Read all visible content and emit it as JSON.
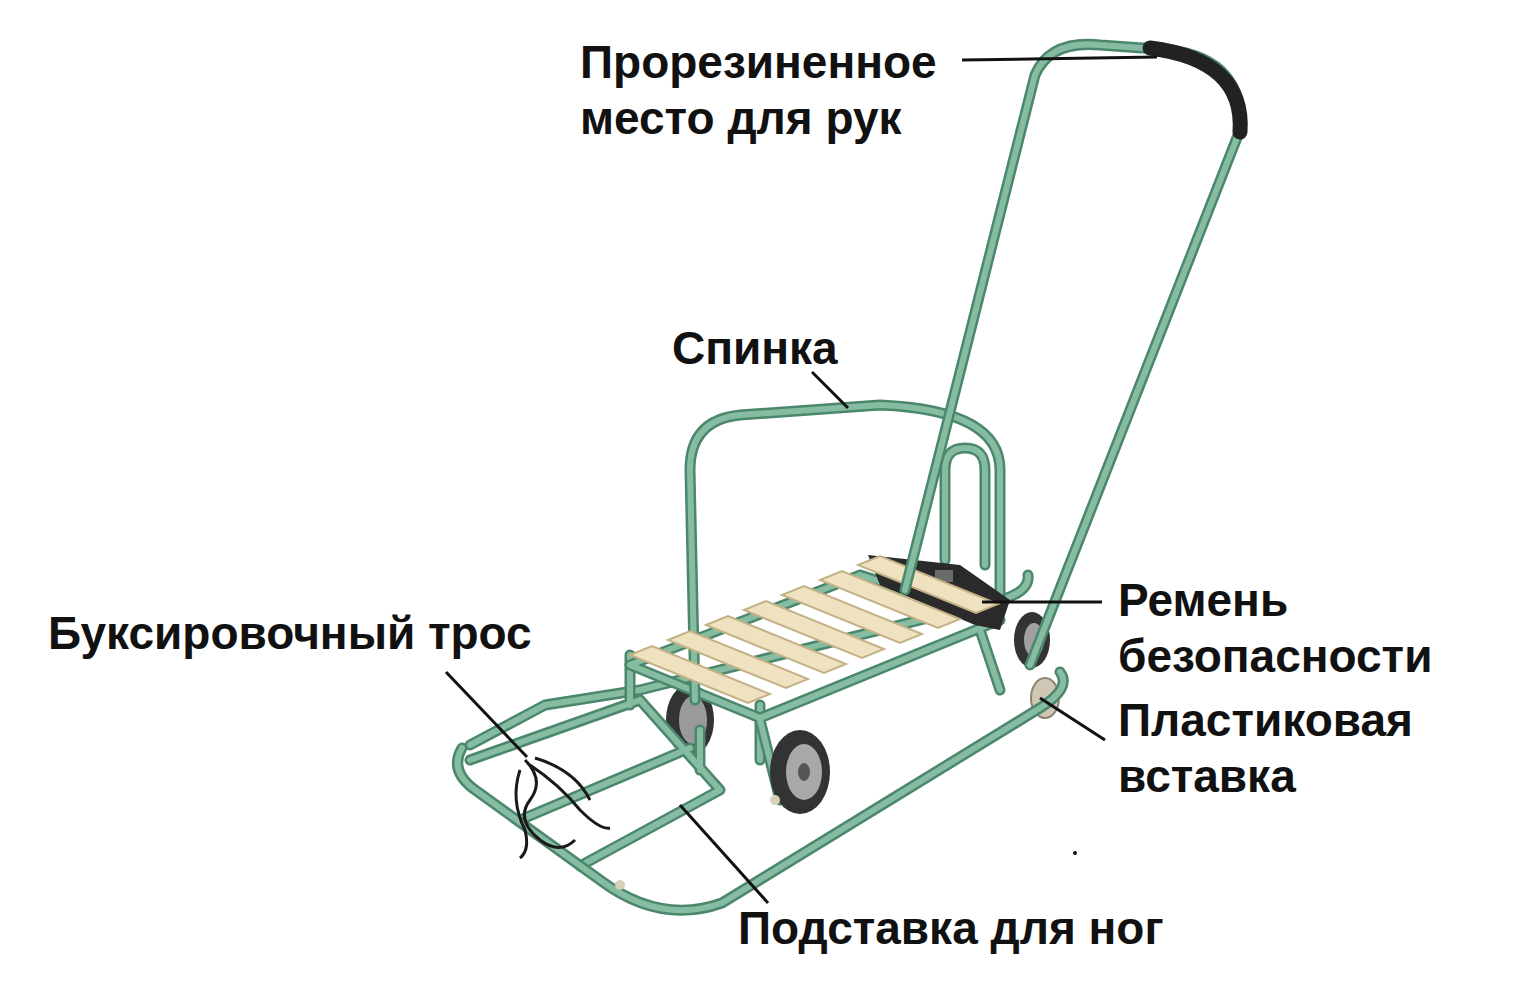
{
  "diagram": {
    "labels": [
      "Прорезиненное место для рук",
      "Спинка",
      "Ремень безопасности",
      "Буксировочный трос",
      "Пластиковая вставка",
      "Подставка для ног"
    ]
  }
}
